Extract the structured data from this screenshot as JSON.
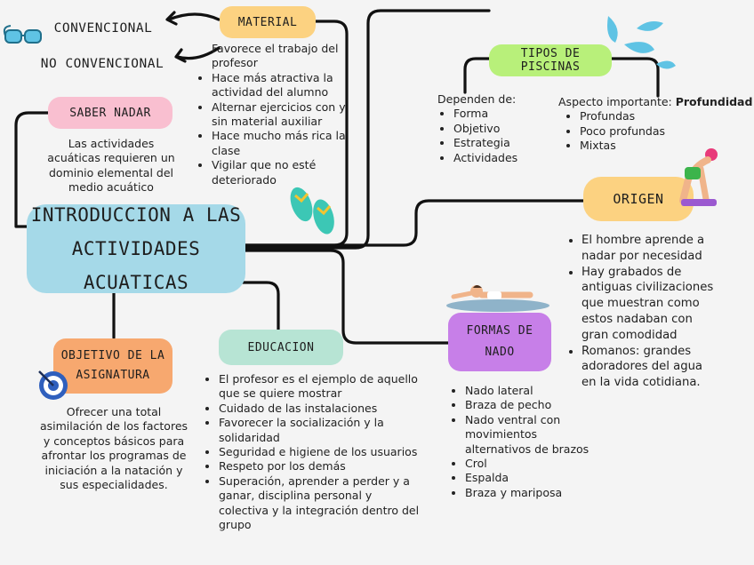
{
  "colors": {
    "main": "#a5d9e8",
    "material": "#fcd281",
    "saber_nadar": "#f9bfd0",
    "objetivo": "#f7a86f",
    "educacion": "#b7e4d4",
    "tipos": "#b8f07a",
    "origen": "#fcd281",
    "formas": "#c77fe8",
    "line": "#111111"
  },
  "main": {
    "title": "INTRODUCCION A LAS ACTIVIDADES ACUATICAS"
  },
  "material": {
    "label": "MATERIAL",
    "convencional": "CONVENCIONAL",
    "no_convencional": "NO CONVENCIONAL",
    "items": [
      "Favorece el trabajo del profesor",
      "Hace más atractiva la actividad del alumno",
      "Alternar ejercicios con y sin material auxiliar",
      "Hace mucho más rica la clase",
      "Vigilar que no esté deteriorado"
    ]
  },
  "saber_nadar": {
    "label": "SABER NADAR",
    "text": "Las actividades acuáticas requieren un dominio elemental del medio acuático"
  },
  "objetivo": {
    "label": "OBJETIVO DE LA ASIGNATURA",
    "text": "Ofrecer una total asimilación de los factores y conceptos básicos para afrontar los programas de iniciación a la natación y sus especialidades."
  },
  "educacion": {
    "label": "EDUCACION",
    "items": [
      "El profesor es el ejemplo de aquello que se quiere mostrar",
      "Cuidado de las instalaciones",
      "Favorecer la socialización y la solidaridad",
      "Seguridad e higiene de los usuarios",
      "Respeto por los demás",
      "Superación, aprender a perder y a ganar, disciplina personal y colectiva y la integración dentro del grupo"
    ]
  },
  "tipos": {
    "label": "TIPOS DE PISCINAS",
    "depend_title": "Dependen de:",
    "depend_items": [
      "Forma",
      "Objetivo",
      "Estrategia",
      "Actividades"
    ],
    "aspect_prefix": "Aspecto importante: ",
    "aspect_bold": "Profundidad",
    "aspect_items": [
      "Profundas",
      "Poco profundas",
      "Mixtas"
    ]
  },
  "origen": {
    "label": "ORIGEN",
    "items": [
      "El hombre aprende a nadar por necesidad",
      "Hay grabados de antiguas civilizaciones que muestran como estos nadaban con gran comodidad",
      "Romanos: grandes adoradores del agua en la vida cotidiana."
    ]
  },
  "formas": {
    "label": "FORMAS DE NADO",
    "items": [
      "Nado lateral",
      "Braza de pecho",
      "Nado ventral con movimientos alternativos de brazos",
      "Crol",
      "Espalda",
      "Braza y mariposa"
    ]
  },
  "icons": [
    "goggles-icon",
    "water-drops-icon",
    "flip-flops-icon",
    "target-icon",
    "diver-icon",
    "swimmer-icon"
  ]
}
